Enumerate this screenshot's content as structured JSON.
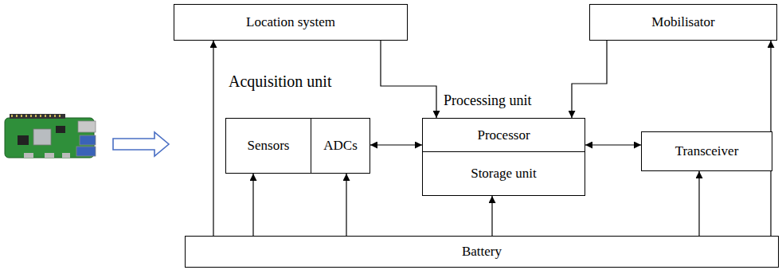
{
  "diagram": {
    "nodes": [
      {
        "text": [
          "Location system"
        ]
      },
      {
        "text": [
          "Mobilisator"
        ]
      },
      {
        "text": [
          "Sensors"
        ]
      },
      {
        "text": [
          "ADCs"
        ]
      },
      {
        "text": [
          "Processor"
        ]
      },
      {
        "text": [
          "Storage unit"
        ]
      },
      {
        "text": [
          "Transceiver"
        ]
      },
      {
        "text": [
          "Battery"
        ]
      }
    ],
    "edges": [
      {
        "from": 7,
        "to": 0,
        "arrow": "to"
      },
      {
        "from": 7,
        "to": 2,
        "arrow": "to"
      },
      {
        "from": 7,
        "to": 3,
        "arrow": "to"
      },
      {
        "from": 7,
        "to": 5,
        "arrow": "to"
      },
      {
        "from": 7,
        "to": 6,
        "arrow": "to"
      },
      {
        "from": 7,
        "to": 1,
        "arrow": "to"
      },
      {
        "from": 3,
        "to": 4,
        "arrow": "both"
      },
      {
        "from": 4,
        "to": 6,
        "arrow": "both"
      },
      {
        "from": 0,
        "to": 4,
        "arrow": "to"
      },
      {
        "from": 1,
        "to": 4,
        "arrow": "to"
      }
    ],
    "labels": [
      "Acquisition unit",
      "Processing unit"
    ]
  }
}
